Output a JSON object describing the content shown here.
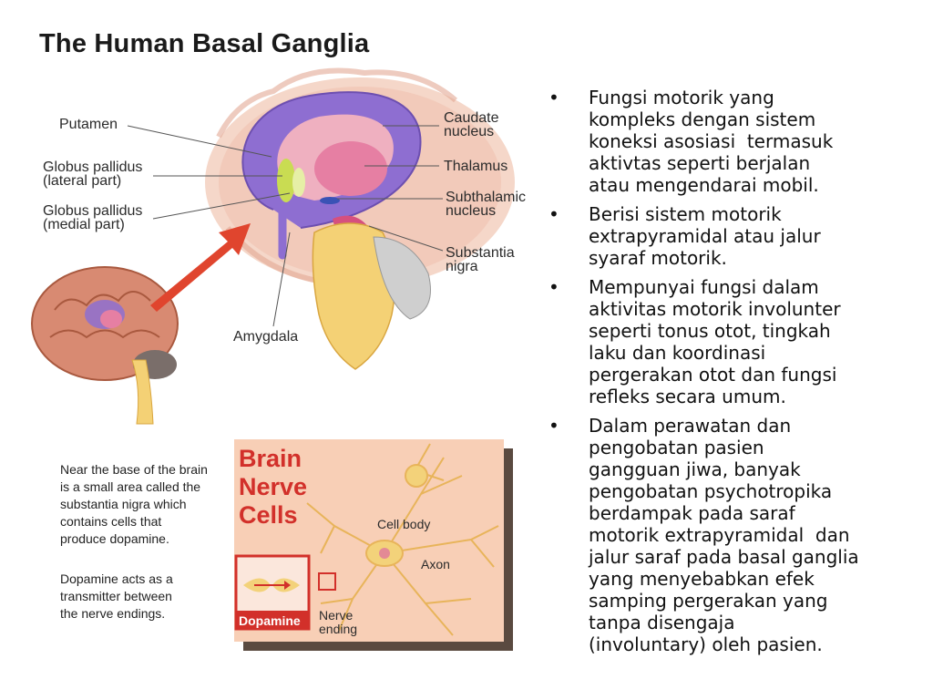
{
  "title": "The Human Basal Ganglia",
  "diagram_labels": {
    "putamen": "Putamen",
    "gp_lateral": "Globus pallidus\n(lateral part)",
    "gp_medial": "Globus pallidus\n(medial part)",
    "caudate": "Caudate\nnucleus",
    "thalamus": "Thalamus",
    "subthalamic": "Subthalamic\nnucleus",
    "substantia": "Substantia\nnigra",
    "amygdala": "Amygdala"
  },
  "inset": {
    "heading": "Brain\nNerve\nCells",
    "cell_body": "Cell body",
    "axon": "Axon",
    "nerve_ending": "Nerve\nending",
    "dopamine": "Dopamine"
  },
  "side_text": {
    "para1": "Near the base of the brain\nis a small area called the\nsubstantia nigra which\ncontains cells that\nproduce dopamine.",
    "para2": "Dopamine acts as a\ntransmitter between\nthe nerve endings."
  },
  "bullet_symbol": "•",
  "bullets": [
    "Fungsi motorik yang\nkompleks dengan sistem\nkoneksi asosiasi  termasuk\naktivtas seperti berjalan\natau mengendarai mobil.",
    "Berisi sistem motorik\nextrapyramidal atau jalur\nsyaraf motorik.",
    "Mempunyai fungsi dalam\naktivitas motorik involunter\nseperti tonus otot, tingkah\nlaku dan koordinasi\npergerakan otot dan fungsi\nrefleks secara umum.",
    "Dalam perawatan dan\npengobatan pasien\ngangguan jiwa, banyak\npengobatan psychotropika\nberdampak pada saraf\nmotorik extrapyramidal  dan\njalur saraf pada basal ganglia\nyang menyebabkan efek\nsamping pergerakan yang\ntanpa disengaja\n(involuntary) oleh pasien."
  ]
}
